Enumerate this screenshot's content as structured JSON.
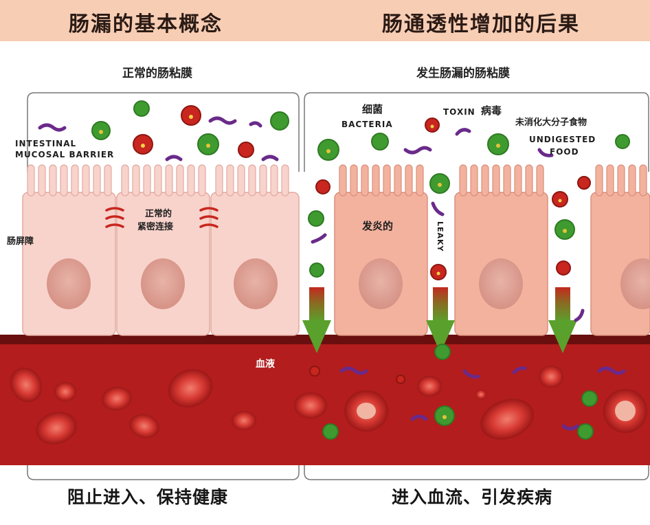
{
  "header": {
    "left_title": "肠漏的基本概念",
    "right_title": "肠通透性增加的后果"
  },
  "left_panel": {
    "title": "正常的肠粘膜",
    "barrier_label_line1": "INTESTINAL",
    "barrier_label_line2": "MUCOSAL BARRIER",
    "tight_junction_line1": "正常的",
    "tight_junction_line2": "紧密连接",
    "gut_barrier": "肠屏障",
    "footer": "阻止进入、保持健康"
  },
  "right_panel": {
    "title": "发生肠漏的肠粘膜",
    "bacteria_cn": "细菌",
    "bacteria_en": "BACTERIA",
    "toxin_en": "TOXIN",
    "toxin_cn": "病毒",
    "food_cn": "未消化大分子食物",
    "food_en_line1": "UNDIGESTED",
    "food_en_line2": "FOOD",
    "inflamed": "发炎的",
    "leaky": "LEAKY",
    "footer": "进入血流、引发疾病"
  },
  "blood_label": "血液",
  "colors": {
    "header_bg": "#f7cdb4",
    "cell_fill": "#f8d3cc",
    "inflamed_cell_fill": "#f3b29e",
    "blood": "#b31d1d",
    "bacteria": "#3f9b30",
    "toxin": "#c8261e",
    "food": "#6a2a8a",
    "arrow": "#5aa02c"
  }
}
